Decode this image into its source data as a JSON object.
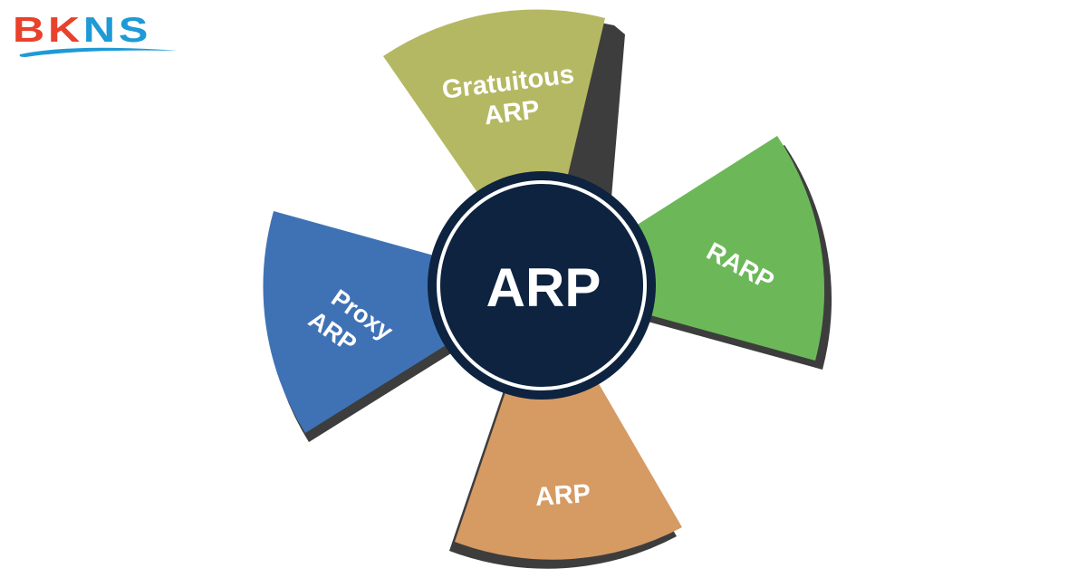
{
  "logo": {
    "text_red": "BK",
    "text_blue": "NS",
    "colors": {
      "red": "#e8412c",
      "blue": "#1e9ad6"
    }
  },
  "diagram": {
    "hub": {
      "label": "ARP",
      "fill": "#0d2340",
      "ring": "#ffffff"
    },
    "petals": [
      {
        "id": "gratuitous",
        "lines": [
          "Gratuitous",
          "ARP"
        ],
        "fill": "#b5b862"
      },
      {
        "id": "rarp",
        "lines": [
          "RARP"
        ],
        "fill": "#6cb859"
      },
      {
        "id": "arp",
        "lines": [
          "ARP"
        ],
        "fill": "#d69a63"
      },
      {
        "id": "proxy",
        "lines": [
          "Proxy",
          "ARP"
        ],
        "fill": "#3f72b5"
      }
    ],
    "shadow": "#3d3d3d"
  }
}
